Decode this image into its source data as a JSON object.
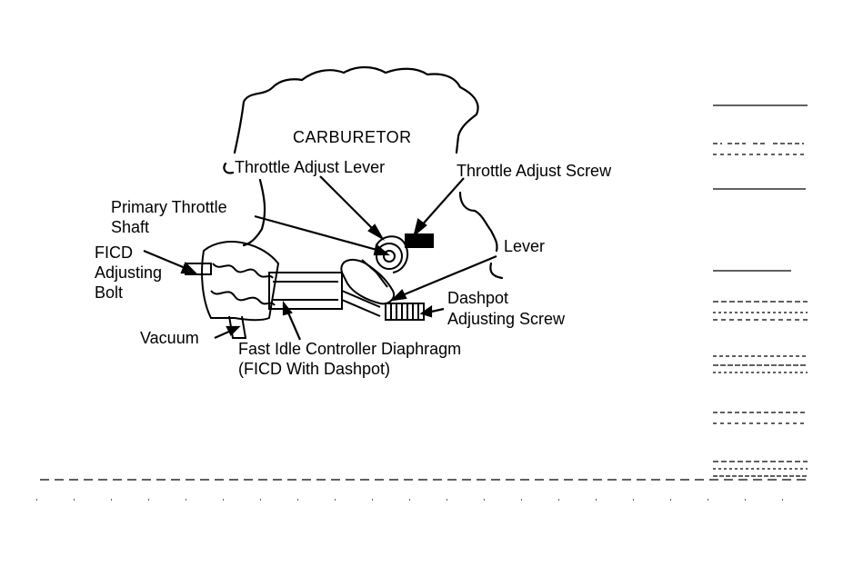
{
  "labels": {
    "carburetor": "CARBURETOR",
    "throttle_adjust_lever": "Throttle Adjust Lever",
    "throttle_adjust_screw": "Throttle Adjust Screw",
    "primary_throttle_shaft_l1": "Primary Throttle",
    "primary_throttle_shaft_l2": "Shaft",
    "ficd_bolt_l1": "FICD",
    "ficd_bolt_l2": "Adjusting",
    "ficd_bolt_l3": "Bolt",
    "lever": "Lever",
    "dashpot_screw_l1": "Dashpot",
    "dashpot_screw_l2": "Adjusting Screw",
    "vacuum": "Vacuum",
    "diaphragm_l1": "Fast Idle Controller Diaphragm",
    "diaphragm_l2": "(FICD With Dashpot)"
  },
  "colors": {
    "ink": "#000000",
    "paper": "#ffffff"
  }
}
